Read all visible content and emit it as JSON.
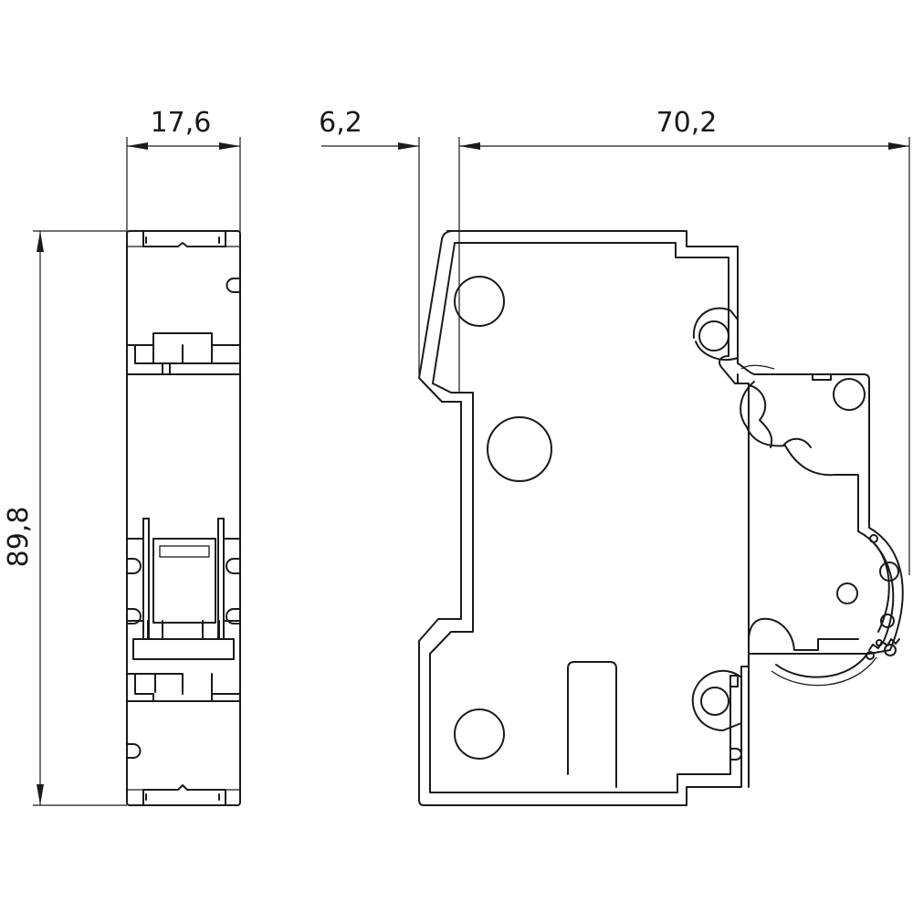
{
  "dimensions": {
    "width_front": "17,6",
    "depth_offset": "6,2",
    "depth_main": "70,2",
    "height": "89,8"
  },
  "colors": {
    "line": "#1a1a1a",
    "background": "#ffffff"
  }
}
